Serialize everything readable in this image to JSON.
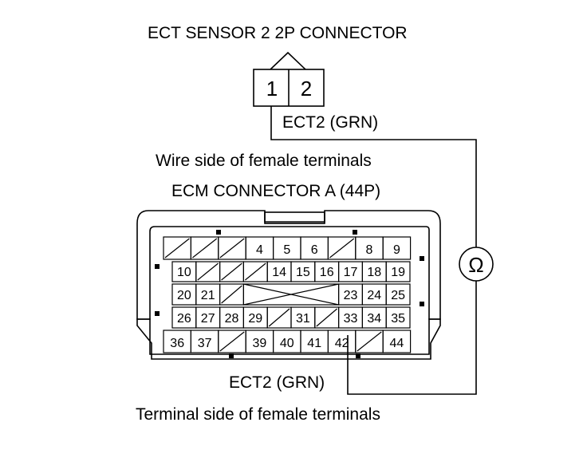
{
  "labels": {
    "sensor_connector": "ECT SENSOR 2 2P CONNECTOR",
    "wire_sensor": "ECT2 (GRN)",
    "wire_side": "Wire side of female terminals",
    "ecm_connector": "ECM CONNECTOR A (44P)",
    "wire_ecm": "ECT2 (GRN)",
    "terminal_side": "Terminal side of female terminals",
    "ohm_symbol": "Ω"
  },
  "sensor_pins": [
    "1",
    "2"
  ],
  "ecm_rows": [
    [
      "x",
      "x",
      "x",
      "4",
      "5",
      "6",
      "x",
      "8",
      "9"
    ],
    [
      "10",
      "x",
      "x",
      "x",
      "14",
      "15",
      "16",
      "17",
      "18",
      "19"
    ],
    [
      "20",
      "21",
      "x",
      "",
      "",
      "",
      "",
      "23",
      "24",
      "25"
    ],
    [
      "26",
      "27",
      "28",
      "29",
      "x",
      "31",
      "x",
      "33",
      "34",
      "35"
    ],
    [
      "36",
      "37",
      "x",
      "39",
      "40",
      "41",
      "42",
      "x",
      "44"
    ]
  ]
}
